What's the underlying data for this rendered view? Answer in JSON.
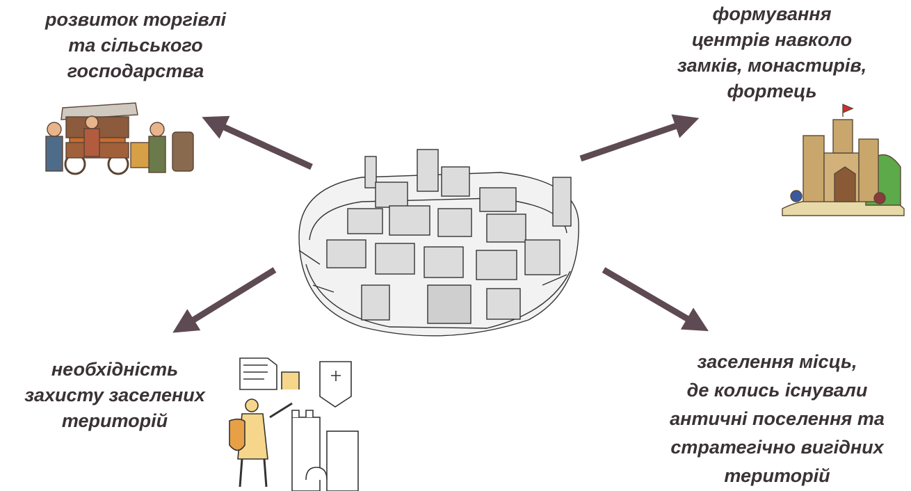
{
  "colors": {
    "arrow": "#5e4a52",
    "text": "#3a3236",
    "background": "#ffffff"
  },
  "center": {
    "icon": "medieval-walled-city-illustration"
  },
  "nodes": {
    "top_left": {
      "lines": [
        "розвиток торгівлі",
        "та сільського",
        "господарства"
      ],
      "icon": "market-stall-merchants-illustration"
    },
    "top_right": {
      "lines": [
        "формування",
        "центрів навколо",
        "замків, монастирів,",
        "фортець"
      ],
      "icon": "castle-with-knights-illustration"
    },
    "bottom_left": {
      "lines": [
        "необхідність",
        "захисту заселених",
        "територій"
      ],
      "icon": "knight-and-fortress-illustration"
    },
    "bottom_right": {
      "lines": [
        "заселення місць,",
        "де колись існували",
        "античні поселення та",
        "стратегічно вигідних",
        "територій"
      ]
    }
  }
}
